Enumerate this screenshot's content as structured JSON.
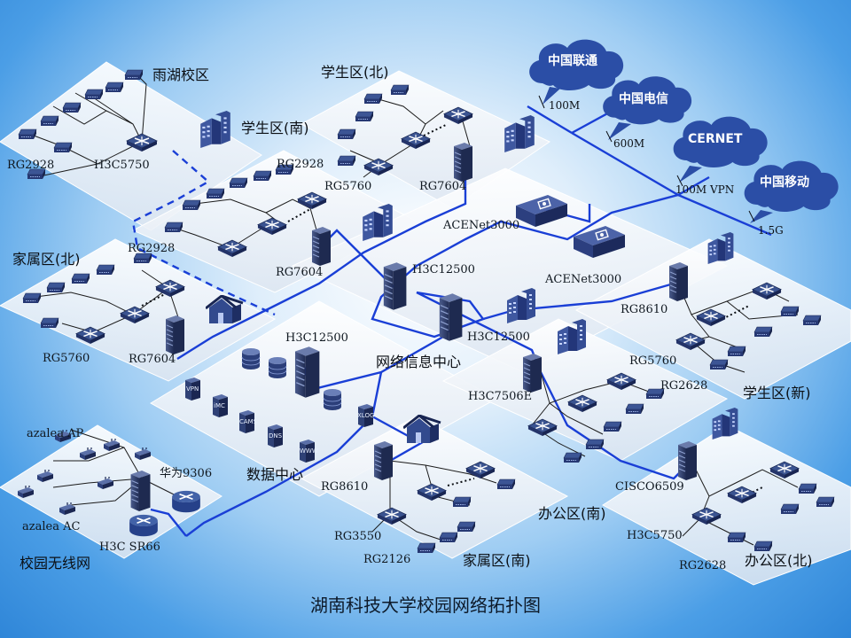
{
  "title": "湖南科技大学校园网络拓扑图",
  "colors": {
    "link": "#1a3fd6",
    "cloud": "#2c4fa3",
    "plate": "#eef2f8",
    "switch": "#2f4478",
    "rack": "#2f3f6e"
  },
  "clouds": [
    {
      "name": "中国联通",
      "bandwidth": "100M"
    },
    {
      "name": "中国电信",
      "bandwidth": "600M"
    },
    {
      "name": "CERNET",
      "bandwidth": "100M VPN"
    },
    {
      "name": "中国移动",
      "bandwidth": "1.5G"
    }
  ],
  "zones": {
    "yuhu": "雨湖校区",
    "xs_north": "学生区(北)",
    "xs_south": "学生区(南)",
    "jiashu_north": "家属区(北)",
    "xs_new": "学生区(新)",
    "data_center": "数据中心",
    "net_center": "网络信息中心",
    "wireless": "校园无线网",
    "jiashu_south": "家属区(南)",
    "office_south": "办公区(南)",
    "office_north": "办公区(北)"
  },
  "devices": {
    "yuhu_rg2928": "RG2928",
    "yuhu_h3c5750": "H3C5750",
    "xsn_rg5760": "RG5760",
    "xsn_rg7604": "RG7604",
    "xss_rg2928": "RG2928",
    "xss_rg7604": "RG7604",
    "jb_rg2928": "RG2928",
    "jb_rg5760": "RG5760",
    "jb_rg7604": "RG7604",
    "acenet_a": "ACENet3000",
    "acenet_b": "ACENet3000",
    "core_a": "H3C12500",
    "core_b": "H3C12500",
    "dc_core": "H3C12500",
    "new_rg8610": "RG8610",
    "new_rg5760": "RG5760",
    "new_rg2628": "RG2628",
    "h3c7506e": "H3C7506E",
    "azalea_ap": "azalea AP",
    "azalea_ac": "azalea AC",
    "huawei9306": "华为9306",
    "h3c_sr66": "H3C SR66",
    "js_rg8610": "RG8610",
    "js_rg3550": "RG3550",
    "js_rg2126": "RG2126",
    "cisco6509": "CISCO6509",
    "on_h3c5750": "H3C5750",
    "on_rg2628": "RG2628"
  },
  "dc_icons": {
    "vpn": "VPN",
    "imc": "iMC",
    "cams": "CAMS",
    "dns": "DNS",
    "www": "WWW",
    "xlog": "XLOG"
  }
}
